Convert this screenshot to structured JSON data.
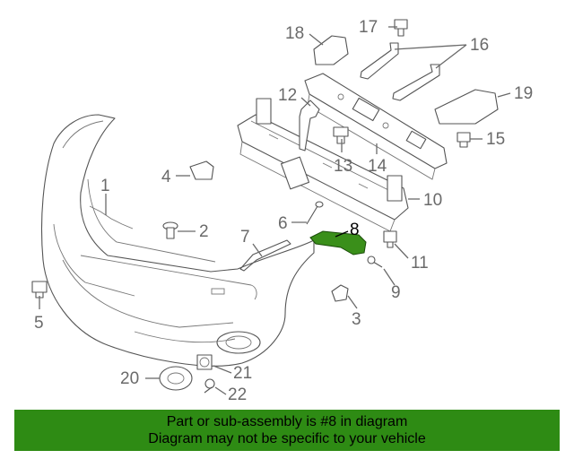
{
  "callouts": {
    "c1": "1",
    "c2": "2",
    "c3": "3",
    "c4": "4",
    "c5": "5",
    "c6": "6",
    "c7": "7",
    "c8": "8",
    "c9": "9",
    "c10": "10",
    "c11": "11",
    "c12": "12",
    "c13": "13",
    "c14": "14",
    "c15": "15",
    "c16": "16",
    "c17": "17",
    "c18": "18",
    "c19": "19",
    "c20": "20",
    "c21": "21",
    "c22": "22"
  },
  "highlight": {
    "part_number": "8",
    "color": "#3a8f1a"
  },
  "banner": {
    "line1": "Part or sub-assembly is #8 in diagram",
    "line2": "Diagram may not be specific to your vehicle",
    "background": "#2e8b14"
  }
}
